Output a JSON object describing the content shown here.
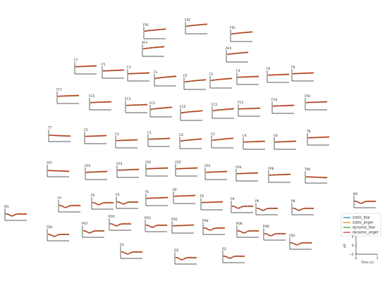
{
  "chart_data": {
    "type": "line",
    "series": [
      {
        "name": "static_fear",
        "color": "#1f77b4"
      },
      {
        "name": "static_anger",
        "color": "#ff7f0e"
      },
      {
        "name": "dynamic_fear",
        "color": "#2ca02c"
      },
      {
        "name": "dynamic_anger",
        "color": "#d62728"
      }
    ],
    "channels": [
      {
        "label": "FP1",
        "shape": "rise"
      },
      {
        "label": "FPZ",
        "shape": "rise"
      },
      {
        "label": "FP2",
        "shape": "rise"
      },
      {
        "label": "AF3",
        "shape": "rise"
      },
      {
        "label": "AF4",
        "shape": "rise"
      },
      {
        "label": "F7",
        "shape": "flat"
      },
      {
        "label": "F5",
        "shape": "flat"
      },
      {
        "label": "F3",
        "shape": "flat"
      },
      {
        "label": "F1",
        "shape": "rise"
      },
      {
        "label": "FZ",
        "shape": "rise"
      },
      {
        "label": "F2",
        "shape": "rise"
      },
      {
        "label": "F4",
        "shape": "flat"
      },
      {
        "label": "F6",
        "shape": "flat"
      },
      {
        "label": "F8",
        "shape": "flat"
      },
      {
        "label": "FT7",
        "shape": "flat"
      },
      {
        "label": "FC5",
        "shape": "flat"
      },
      {
        "label": "FC3",
        "shape": "flat"
      },
      {
        "label": "FC1",
        "shape": "rise"
      },
      {
        "label": "FCZ",
        "shape": "rise"
      },
      {
        "label": "FC2",
        "shape": "rise"
      },
      {
        "label": "FC4",
        "shape": "flat"
      },
      {
        "label": "FC6",
        "shape": "flat"
      },
      {
        "label": "FT8",
        "shape": "flat"
      },
      {
        "label": "T7",
        "shape": "fall"
      },
      {
        "label": "C5",
        "shape": "flat"
      },
      {
        "label": "C3",
        "shape": "flat"
      },
      {
        "label": "C1",
        "shape": "flat"
      },
      {
        "label": "CZ",
        "shape": "rise"
      },
      {
        "label": "C2",
        "shape": "rise"
      },
      {
        "label": "C4",
        "shape": "flat"
      },
      {
        "label": "C6",
        "shape": "flat"
      },
      {
        "label": "T8",
        "shape": "flat"
      },
      {
        "label": "TP7",
        "shape": "fall"
      },
      {
        "label": "CP5",
        "shape": "flat"
      },
      {
        "label": "CP3",
        "shape": "flat"
      },
      {
        "label": "CP1",
        "shape": "flat"
      },
      {
        "label": "CPZ",
        "shape": "flat"
      },
      {
        "label": "CP2",
        "shape": "flat"
      },
      {
        "label": "CP4",
        "shape": "flat"
      },
      {
        "label": "CP6",
        "shape": "flat"
      },
      {
        "label": "TP8",
        "shape": "fall"
      },
      {
        "label": "M1",
        "shape": "dip"
      },
      {
        "label": "P7",
        "shape": "dip"
      },
      {
        "label": "P5",
        "shape": "dip"
      },
      {
        "label": "P3",
        "shape": "dip"
      },
      {
        "label": "P1",
        "shape": "flat"
      },
      {
        "label": "PZ",
        "shape": "flat"
      },
      {
        "label": "P2",
        "shape": "flat"
      },
      {
        "label": "P4",
        "shape": "dip"
      },
      {
        "label": "P6",
        "shape": "dip"
      },
      {
        "label": "P8",
        "shape": "dip"
      },
      {
        "label": "M2",
        "shape": "dip"
      },
      {
        "label": "PO7",
        "shape": "dip"
      },
      {
        "label": "PO5",
        "shape": "dip"
      },
      {
        "label": "PO3",
        "shape": "dip"
      },
      {
        "label": "PO2",
        "shape": "flat"
      },
      {
        "label": "PO4",
        "shape": "dip"
      },
      {
        "label": "PO6",
        "shape": "dip"
      },
      {
        "label": "PO8",
        "shape": "dip"
      },
      {
        "label": "CB1",
        "shape": "dip"
      },
      {
        "label": "CB2",
        "shape": "dip"
      },
      {
        "label": "O1",
        "shape": "dip"
      },
      {
        "label": "OZ",
        "shape": "dip"
      },
      {
        "label": "O2",
        "shape": "dip"
      }
    ],
    "reference_axes": {
      "ylabel": "µV",
      "xlabel": "Time (s)",
      "yticks": [
        "2",
        "0",
        "−2"
      ],
      "xticks": [
        "0",
        "1"
      ],
      "ylim": [
        -2,
        2
      ],
      "xlim": [
        0,
        1
      ]
    },
    "legend_position": "right"
  }
}
